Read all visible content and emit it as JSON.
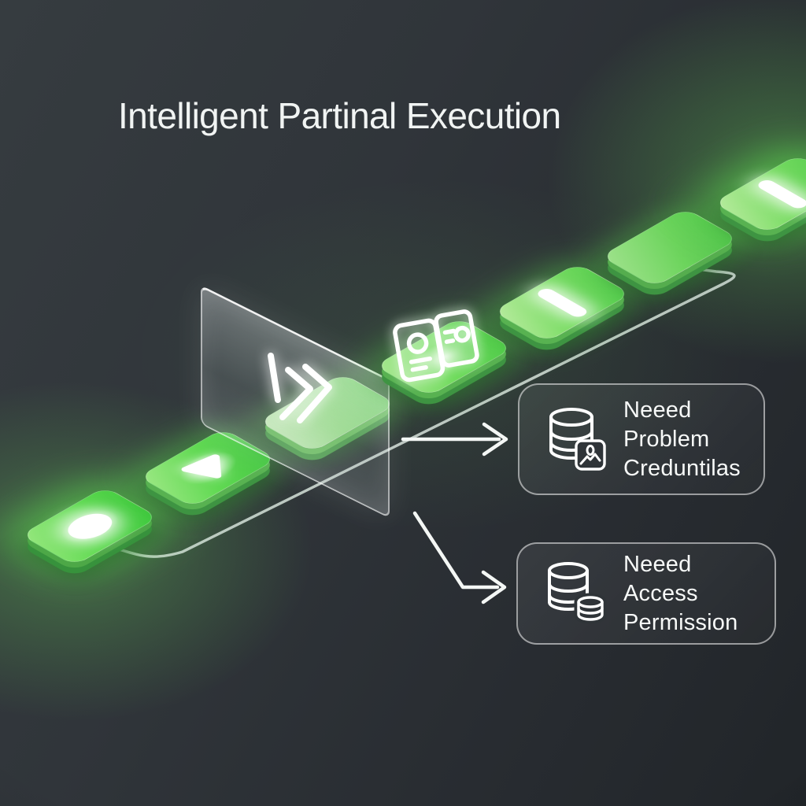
{
  "title": "Intelligent Partinal Execution",
  "flow": {
    "tiles": [
      {
        "name": "tile-start",
        "icon": "oval-indicator-icon"
      },
      {
        "name": "tile-play",
        "icon": "triangle-play-icon"
      },
      {
        "name": "tile-skip",
        "icon": "fast-forward-icon"
      },
      {
        "name": "tile-credentials",
        "icon": "id-cards-icon"
      },
      {
        "name": "tile-task-a",
        "icon": "bar-indicator-icon"
      },
      {
        "name": "tile-blank",
        "icon": "none"
      },
      {
        "name": "tile-task-b",
        "icon": "bar-indicator-icon"
      }
    ],
    "glass_panel": "frosted-inspection-pane",
    "wire": "flow-wire"
  },
  "callouts": [
    {
      "icon": "database-id-badge-icon",
      "line1": "Neeed Problem",
      "line2": "Creduntilas"
    },
    {
      "icon": "database-stack-icon",
      "line1": "Neeed Access",
      "line2": "Permission"
    }
  ],
  "colors": {
    "background": "#2e3337",
    "tile_green": "#6edb5a",
    "glow_green": "#6ee854",
    "wire": "#d7e3da",
    "panel_border": "#ffffff",
    "text": "#f1f4f3"
  }
}
